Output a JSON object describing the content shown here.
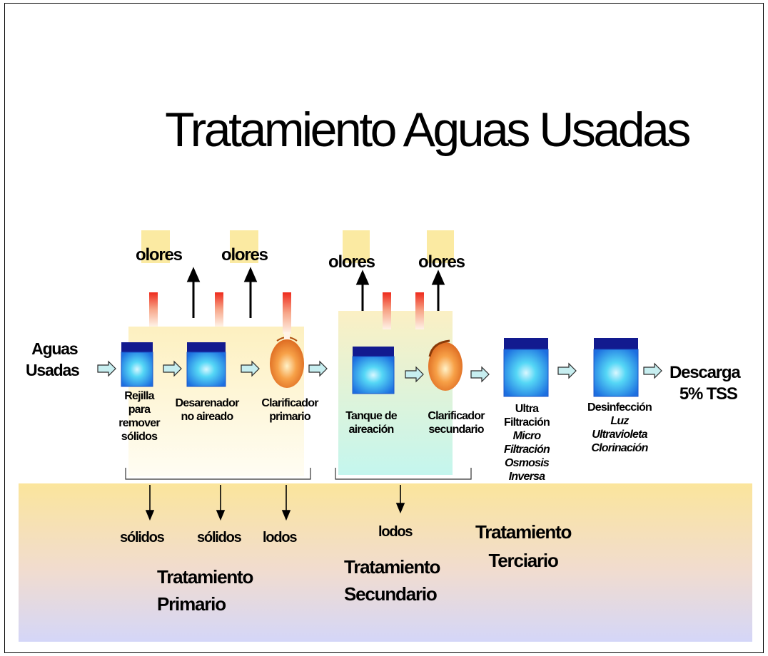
{
  "title": "Tratamiento Aguas Usadas",
  "inlet": [
    "Aguas",
    "Usadas"
  ],
  "outlet": [
    "Descarga",
    "5% TSS"
  ],
  "odor_label": "olores",
  "units": {
    "rejilla": [
      "Rejilla",
      "para",
      "remover",
      "sólidos"
    ],
    "desarenador": [
      "Desarenador",
      "no aireado"
    ],
    "clarificador_primario": [
      "Clarificador",
      "primario"
    ],
    "tanque_aireacion": [
      "Tanque de",
      "aireación"
    ],
    "clarificador_secundario": [
      "Clarificador",
      "secundario"
    ],
    "filtracion": [
      "Ultra",
      "Filtración",
      "Micro",
      "Filtración",
      "Osmosis",
      "Inversa"
    ],
    "desinfeccion": [
      "Desinfección",
      "Luz",
      "Ultravioleta",
      "Clorinación"
    ]
  },
  "outputs": {
    "solidos": "sólidos",
    "lodos": "lodos"
  },
  "stages": {
    "primario": [
      "Tratamiento",
      "Primario"
    ],
    "secundario": [
      "Tratamiento",
      "Secundario"
    ],
    "terciario": [
      "Tratamiento",
      "Terciario"
    ]
  },
  "colors": {
    "band_top": "#fbe7a0",
    "band_bottom": "#d6d8f7",
    "primary_zone": "#fdf4cc",
    "secondary_zone": "#c9f3e8",
    "box_front": "#1e8fe8",
    "box_top": "#101890",
    "clarifier": "#f08a30",
    "arrow_fill": "#c7eef0"
  }
}
